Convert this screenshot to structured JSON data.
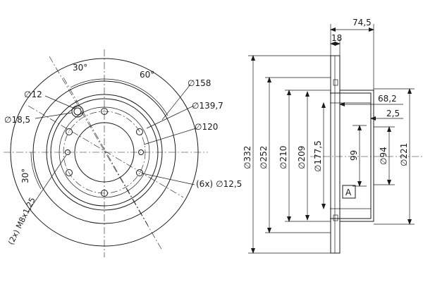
{
  "front_view": {
    "angle_30_top": "30°",
    "angle_60": "60°",
    "angle_30_left": "30°",
    "dia_12": "12",
    "dia_18_5": "18,5",
    "dia_158": "158",
    "dia_139_7": "139,7",
    "dia_120": "120",
    "bolt_holes": "(6x)",
    "dia_12_5": "12,5",
    "thread_spec": "(2x) M8x1,25"
  },
  "side_view": {
    "width_74_5": "74,5",
    "thickness_18": "18",
    "dia_332": "332",
    "dia_252": "252",
    "dia_210": "210",
    "dia_209": "209",
    "dia_177_5": "177,5",
    "dim_99": "99",
    "dim_68_2": "68,2",
    "dim_2_5": "2,5",
    "dia_94": "94",
    "dia_221": "221",
    "datum_label": "A"
  },
  "symbols": {
    "diameter": "∅"
  }
}
